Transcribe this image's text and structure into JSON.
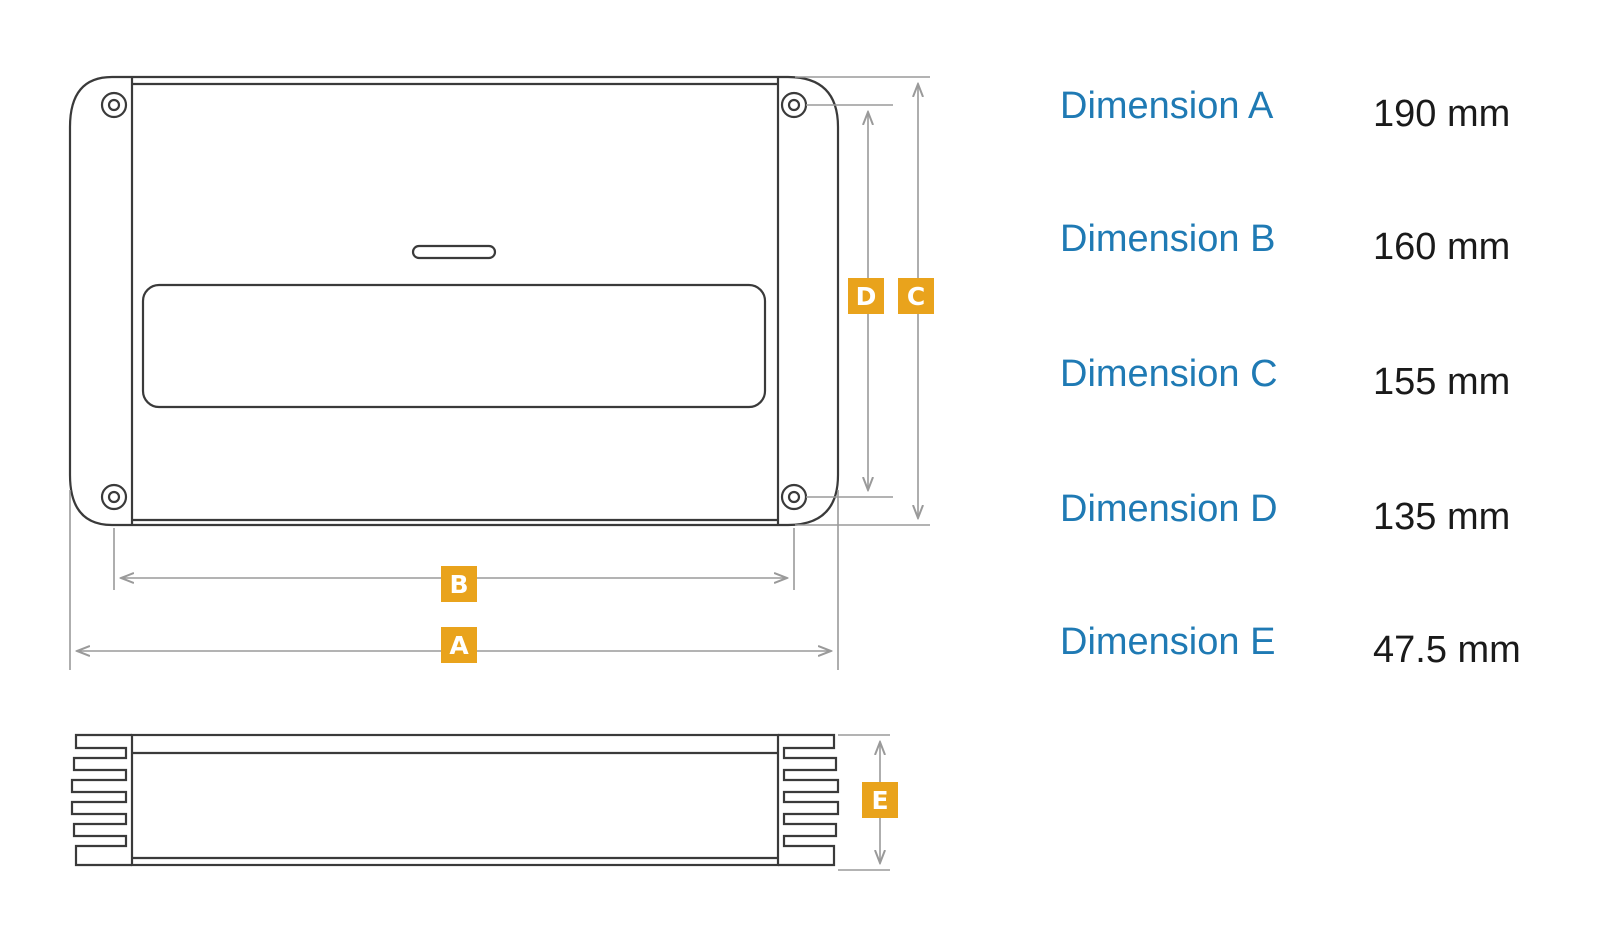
{
  "badges": {
    "a": "A",
    "b": "B",
    "c": "C",
    "d": "D",
    "e": "E"
  },
  "dimensions": [
    {
      "name": "Dimension A",
      "value": "190 mm"
    },
    {
      "name": "Dimension B",
      "value": "160 mm"
    },
    {
      "name": "Dimension C",
      "value": "155 mm"
    },
    {
      "name": "Dimension D",
      "value": "135 mm"
    },
    {
      "name": "Dimension E",
      "value": "47.5 mm"
    }
  ],
  "colors": {
    "label_blue": "#1f7ab4",
    "badge_orange": "#e9a31c",
    "outline": "#3a3a3a",
    "dimension_line": "#9a9a9a"
  }
}
